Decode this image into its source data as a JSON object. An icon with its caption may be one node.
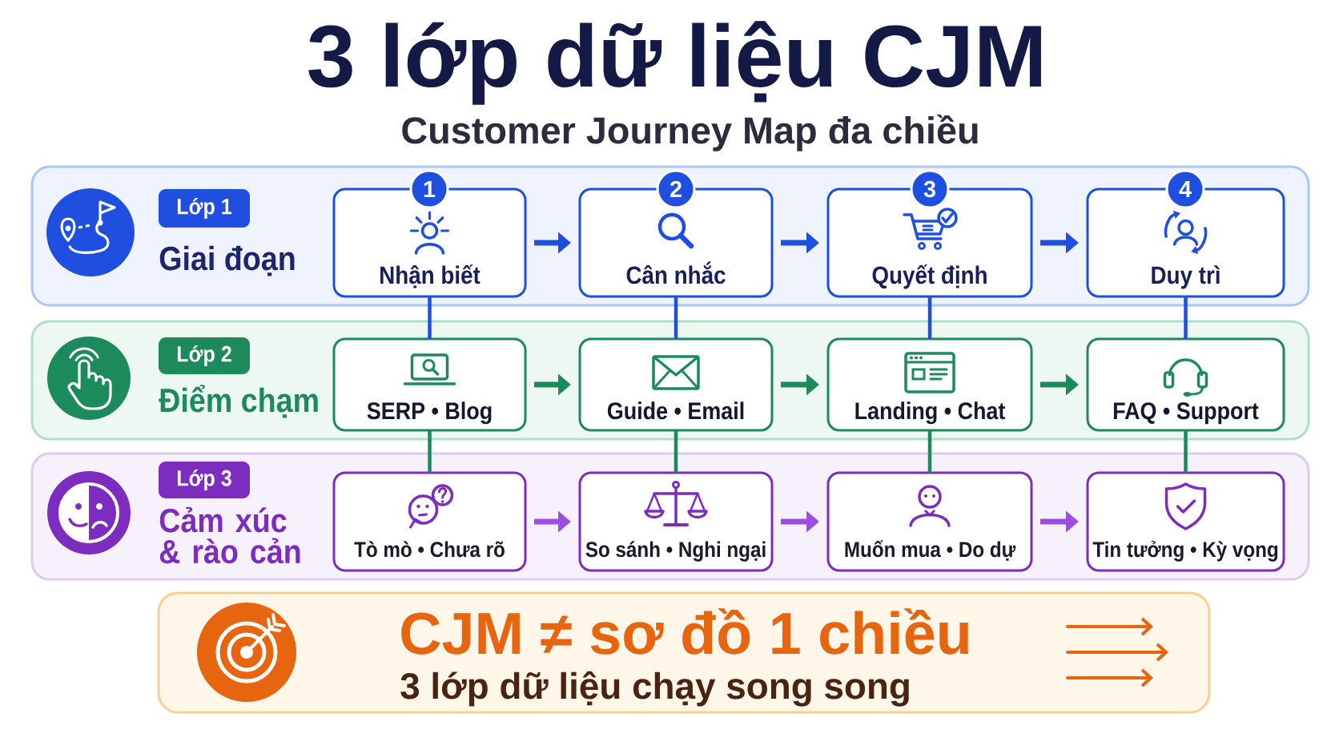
{
  "diagram": {
    "title": "3 lớp dữ liệu CJM",
    "nodes": [
      {
        "text": [
          "Giai đoạn"
        ]
      },
      {
        "text": [
          "Lớp 1"
        ],
        "in": 0
      },
      {
        "text": [
          "1"
        ],
        "in": 0
      },
      {
        "text": [
          "Nhận biết"
        ],
        "in": 0
      },
      {
        "text": [
          "2"
        ],
        "in": 0
      },
      {
        "text": [
          "Cân nhắc"
        ],
        "in": 0
      },
      {
        "text": [
          "3"
        ],
        "in": 0
      },
      {
        "text": [
          "Quyết định"
        ],
        "in": 0
      },
      {
        "text": [
          "4"
        ],
        "in": 0
      },
      {
        "text": [
          "Duy trì"
        ],
        "in": 0
      },
      {
        "text": [
          "Điểm chạm"
        ]
      },
      {
        "text": [
          "Lớp 2"
        ],
        "in": 10
      },
      {
        "text": [
          "SERP • Blog"
        ],
        "in": 10
      },
      {
        "text": [
          "Guide • Email"
        ],
        "in": 10
      },
      {
        "text": [
          "Landing • Chat"
        ],
        "in": 10
      },
      {
        "text": [
          "FAQ • Support"
        ],
        "in": 10
      },
      {
        "text": [
          "Cảm xúc & rào cản"
        ]
      },
      {
        "text": [
          "Lớp 3"
        ],
        "in": 16
      },
      {
        "text": [
          "Tò mò • Chưa rõ"
        ],
        "in": 16
      },
      {
        "text": [
          "So sánh • Nghi ngại"
        ],
        "in": 16
      },
      {
        "text": [
          "Muốn mua • Do dự"
        ],
        "in": 16
      },
      {
        "text": [
          "Tin tưởng • Kỳ vọng"
        ],
        "in": 16
      },
      {
        "text": [
          "CJM ≠ sơ đồ 1 chiều",
          "3 lớp dữ liệu chạy song song"
        ]
      }
    ],
    "edges": [
      {
        "from": 3,
        "to": 5,
        "arrow": "to",
        "color": "#1f4fe0"
      },
      {
        "from": 5,
        "to": 7,
        "arrow": "to",
        "color": "#1f4fe0"
      },
      {
        "from": 7,
        "to": 9,
        "arrow": "to",
        "color": "#1f4fe0"
      },
      {
        "from": 12,
        "to": 13,
        "arrow": "to",
        "color": "#1d8a5b"
      },
      {
        "from": 13,
        "to": 14,
        "arrow": "to",
        "color": "#1d8a5b"
      },
      {
        "from": 14,
        "to": 15,
        "arrow": "to",
        "color": "#1d8a5b"
      },
      {
        "from": 18,
        "to": 19,
        "arrow": "to",
        "color": "#9b4fe0"
      },
      {
        "from": 19,
        "to": 20,
        "arrow": "to",
        "color": "#9b4fe0"
      },
      {
        "from": 20,
        "to": 21,
        "arrow": "to",
        "color": "#9b4fe0"
      },
      {
        "from": 3,
        "to": 12,
        "arrow": "none",
        "color": "#1f4fe0"
      },
      {
        "from": 5,
        "to": 13,
        "arrow": "none",
        "color": "#1f4fe0"
      },
      {
        "from": 7,
        "to": 14,
        "arrow": "none",
        "color": "#1f4fe0"
      },
      {
        "from": 9,
        "to": 15,
        "arrow": "none",
        "color": "#1f4fe0"
      },
      {
        "from": 12,
        "to": 18,
        "arrow": "none",
        "color": "#1d8a5b"
      },
      {
        "from": 13,
        "to": 19,
        "arrow": "none",
        "color": "#1d8a5b"
      },
      {
        "from": 14,
        "to": 20,
        "arrow": "none",
        "color": "#1d8a5b"
      },
      {
        "from": 15,
        "to": 21,
        "arrow": "none",
        "color": "#1d8a5b"
      }
    ],
    "labels": [
      "Customer Journey Map đa chiều"
    ]
  }
}
